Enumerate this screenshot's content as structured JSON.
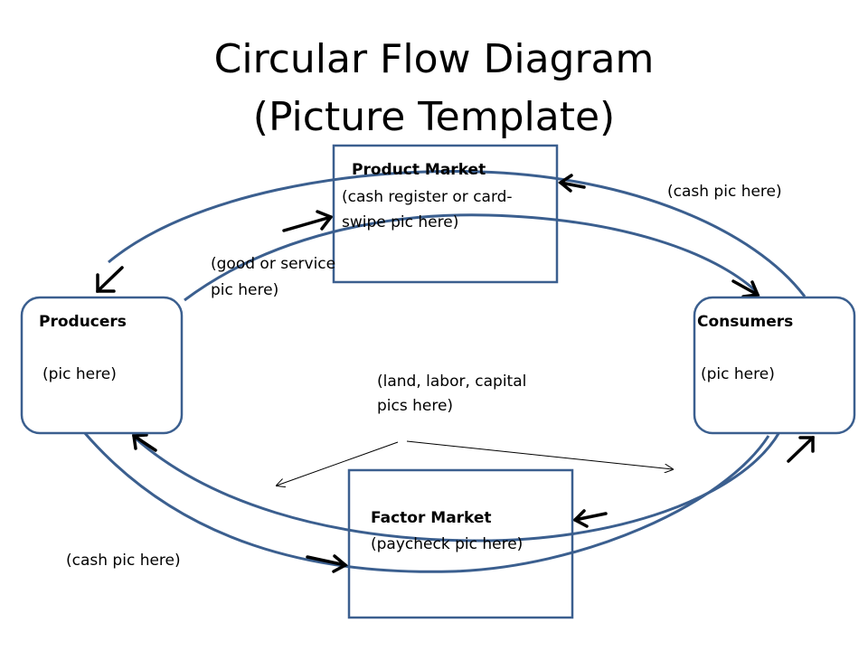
{
  "title": {
    "line1": "Circular Flow Diagram",
    "line2": "(Picture Template)"
  },
  "product_market": {
    "label": "Product Market",
    "pic_line1": "(cash register or card-",
    "pic_line2": "swipe pic here)"
  },
  "factor_market": {
    "label": "Factor Market",
    "pic": "(paycheck pic here)"
  },
  "producers": {
    "label": "Producers",
    "pic": "(pic here)"
  },
  "consumers": {
    "label": "Consumers",
    "pic": "(pic here)"
  },
  "annotations": {
    "cash_top": "(cash pic here)",
    "cash_bottom": "(cash pic here)",
    "goods_line1": "(good or service",
    "goods_line2": "pic here)",
    "resources_line1": "(land, labor, capital",
    "resources_line2": "pics here)"
  },
  "colors": {
    "flow_stroke": "#3b5f8f",
    "arrow": "#000000",
    "text": "#000000"
  }
}
